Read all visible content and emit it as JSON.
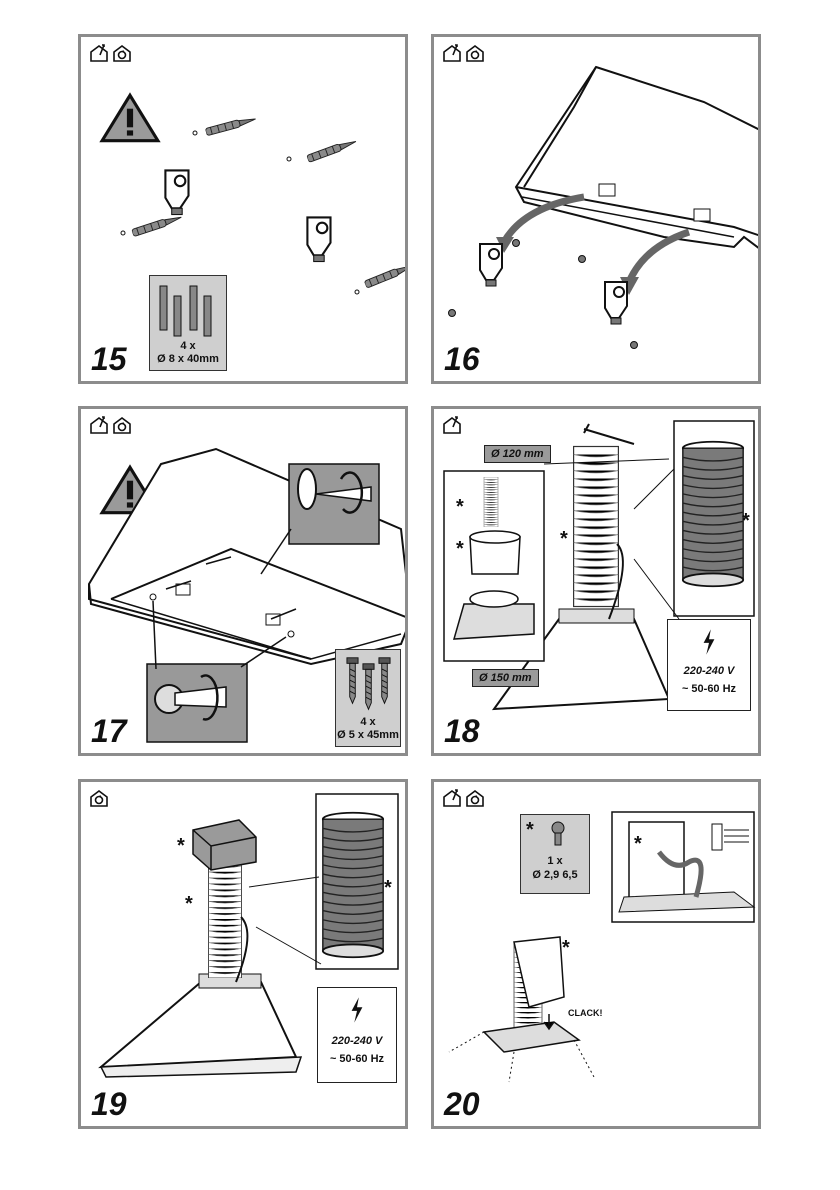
{
  "panels": [
    {
      "number": "15",
      "hardware": {
        "count": "4 x",
        "size": "Ø 8 x 40mm"
      }
    },
    {
      "number": "16"
    },
    {
      "number": "17",
      "hardware": {
        "count": "4 x",
        "size": "Ø 5 x 45mm"
      }
    },
    {
      "number": "18",
      "labels": {
        "duct_small": "Ø 120 mm",
        "duct_large": "Ø 150 mm"
      },
      "voltage": "220-240 V",
      "frequency": "~ 50-60 Hz"
    },
    {
      "number": "19",
      "voltage": "220-240 V",
      "frequency": "~ 50-60 Hz"
    },
    {
      "number": "20",
      "hardware": {
        "count": "1 x",
        "size": "Ø 2,9 6,5"
      },
      "clack": "CLACK!"
    }
  ],
  "symbols": {
    "asterisk": "*",
    "icons": [
      "exhaust-mode-icon",
      "recirculation-mode-icon",
      "warning-icon",
      "electricity-icon"
    ]
  }
}
